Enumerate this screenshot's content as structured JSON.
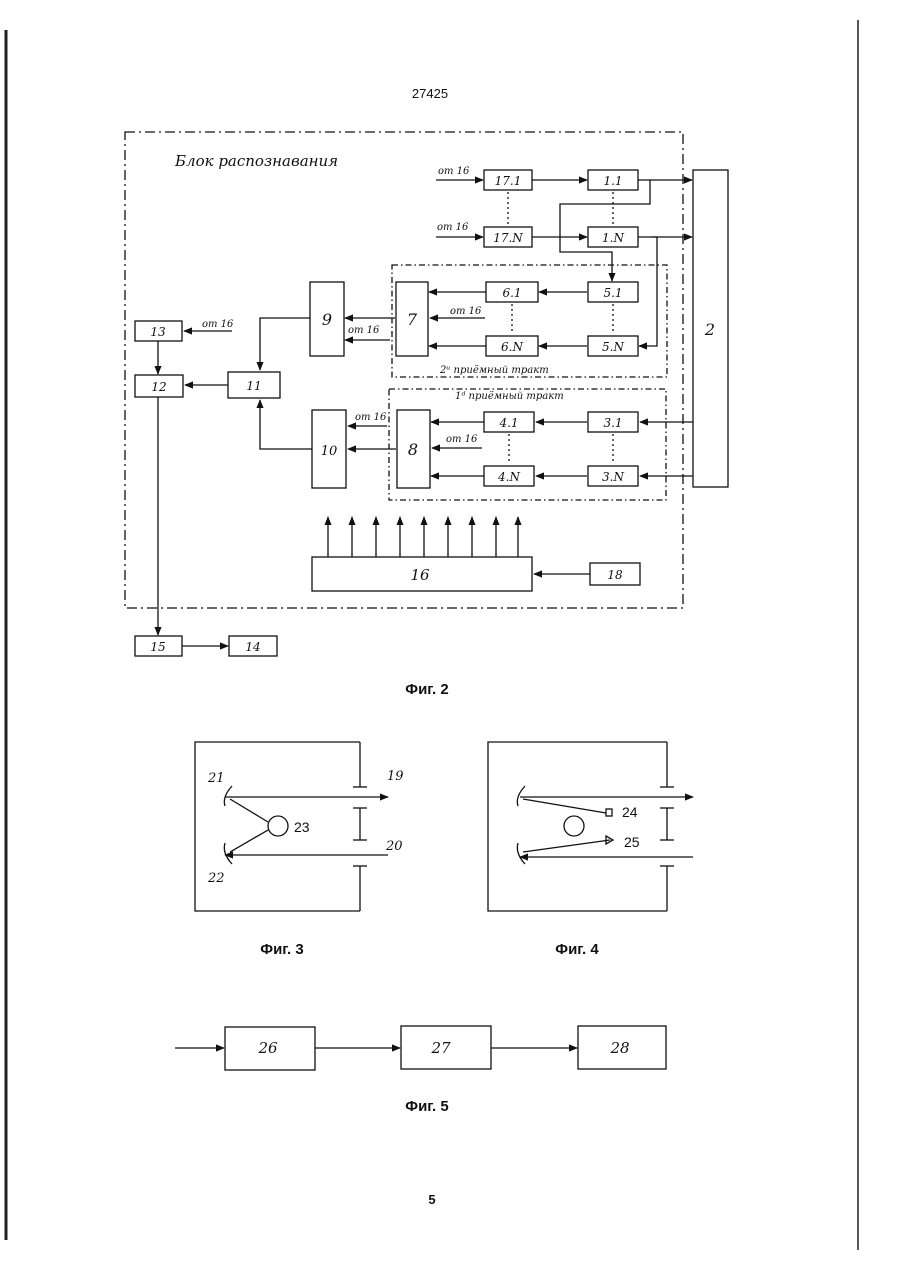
{
  "page": {
    "doc_number": "27425",
    "page_number": "5"
  },
  "fig2": {
    "caption": "Фиг. 2",
    "block_title": "Блок распознавания",
    "path2_label": "2ᵘ приёмный тракт",
    "path1_label": "1ᵈ приёмный тракт",
    "from16": "от 16",
    "blocks": {
      "b1_1": "1.1",
      "b1_N": "1.N",
      "b17_1": "17.1",
      "b17_N": "17.N",
      "b5_1": "5.1",
      "b5_N": "5.N",
      "b6_1": "6.1",
      "b6_N": "6.N",
      "b7": "7",
      "b9": "9",
      "b3_1": "3.1",
      "b3_N": "3.N",
      "b4_1": "4.1",
      "b4_N": "4.N",
      "b8": "8",
      "b10": "10",
      "b11": "11",
      "b12": "12",
      "b13": "13",
      "b2": "2",
      "b16": "16",
      "b18": "18",
      "b15": "15",
      "b14": "14"
    }
  },
  "fig3": {
    "caption": "Фиг. 3",
    "labels": {
      "l19": "19",
      "l20": "20",
      "l21": "21",
      "l22": "22",
      "l23": "23"
    }
  },
  "fig4": {
    "caption": "Фиг. 4",
    "labels": {
      "l24": "24",
      "l25": "25"
    }
  },
  "fig5": {
    "caption": "Фиг. 5",
    "blocks": {
      "b26": "26",
      "b27": "27",
      "b28": "28"
    }
  }
}
